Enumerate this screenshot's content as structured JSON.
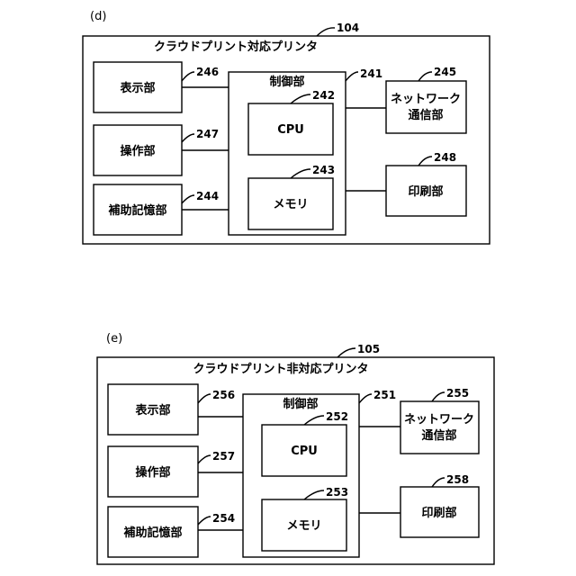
{
  "panel_d": {
    "caption": "(d)",
    "ref": "104",
    "title": "クラウドプリント対応プリンタ",
    "display": "表示部",
    "display_ref": "246",
    "operation": "操作部",
    "operation_ref": "247",
    "storage": "補助記憶部",
    "storage_ref": "244",
    "control": "制御部",
    "control_ref": "241",
    "cpu": "CPU",
    "cpu_ref": "242",
    "memory": "メモリ",
    "memory_ref": "243",
    "network_line1": "ネットワーク",
    "network_line2": "通信部",
    "network_ref": "245",
    "printer": "印刷部",
    "printer_ref": "248"
  },
  "panel_e": {
    "caption": "(e)",
    "ref": "105",
    "title": "クラウドプリント非対応プリンタ",
    "display": "表示部",
    "display_ref": "256",
    "operation": "操作部",
    "operation_ref": "257",
    "storage": "補助記憶部",
    "storage_ref": "254",
    "control": "制御部",
    "control_ref": "251",
    "cpu": "CPU",
    "cpu_ref": "252",
    "memory": "メモリ",
    "memory_ref": "253",
    "network_line1": "ネットワーク",
    "network_line2": "通信部",
    "network_ref": "255",
    "printer": "印刷部",
    "printer_ref": "258"
  }
}
